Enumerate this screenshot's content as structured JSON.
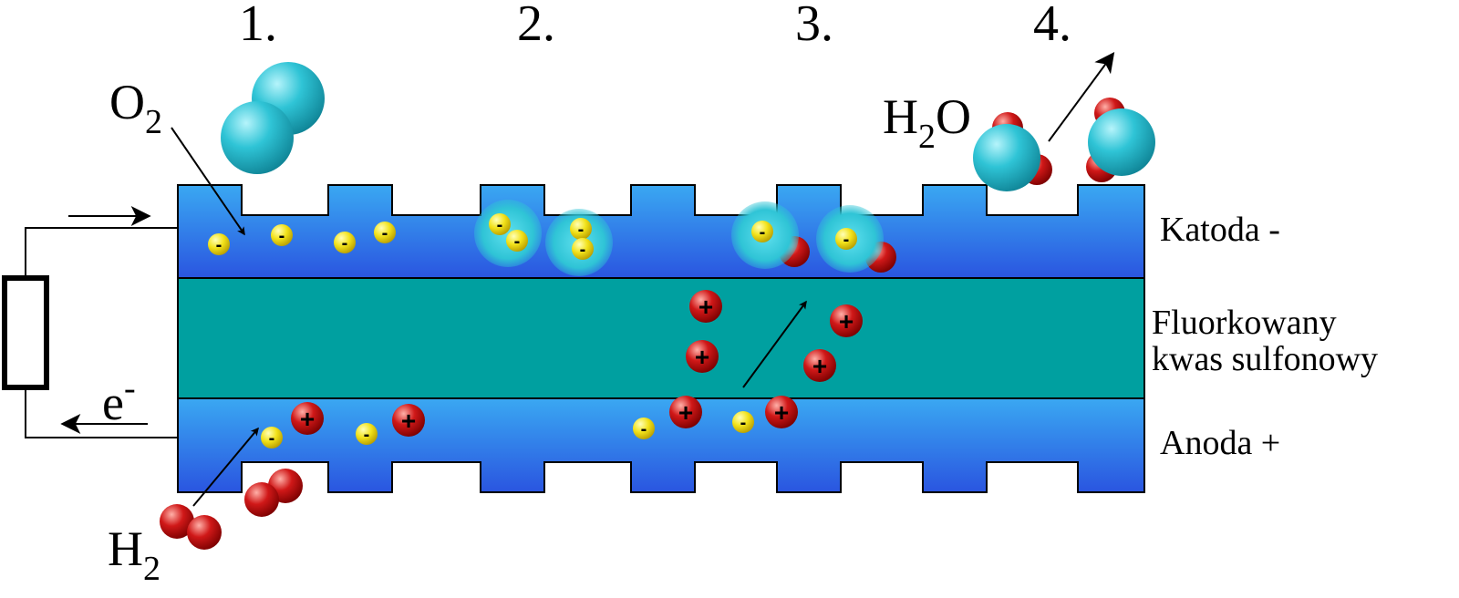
{
  "steps": [
    "1.",
    "2.",
    "3.",
    "4."
  ],
  "labels": {
    "cathode": "Katoda -",
    "membrane_line1": "Fluorkowany",
    "membrane_line2": "kwas sulfonowy",
    "anode": "Anoda +"
  },
  "species": {
    "oxygen": {
      "symbol": "O",
      "subscript": "2"
    },
    "hydrogen": {
      "symbol": "H",
      "subscript": "2"
    },
    "water": {
      "symbol": "H",
      "subscript": "2",
      "suffix": "O"
    },
    "electron": {
      "symbol": "e",
      "superscript": "-"
    }
  },
  "charges": {
    "negative": "-",
    "positive": "+"
  },
  "colors": {
    "electrode_light": "#3aa8f2",
    "electrode_dark": "#2a55e0",
    "membrane": "#00a0a0",
    "oxygen_atom": "#2fc4d6",
    "hydrogen_atom": "#d01818",
    "electron_particle": "#f2e21a",
    "proton_particle": "#c61010"
  }
}
